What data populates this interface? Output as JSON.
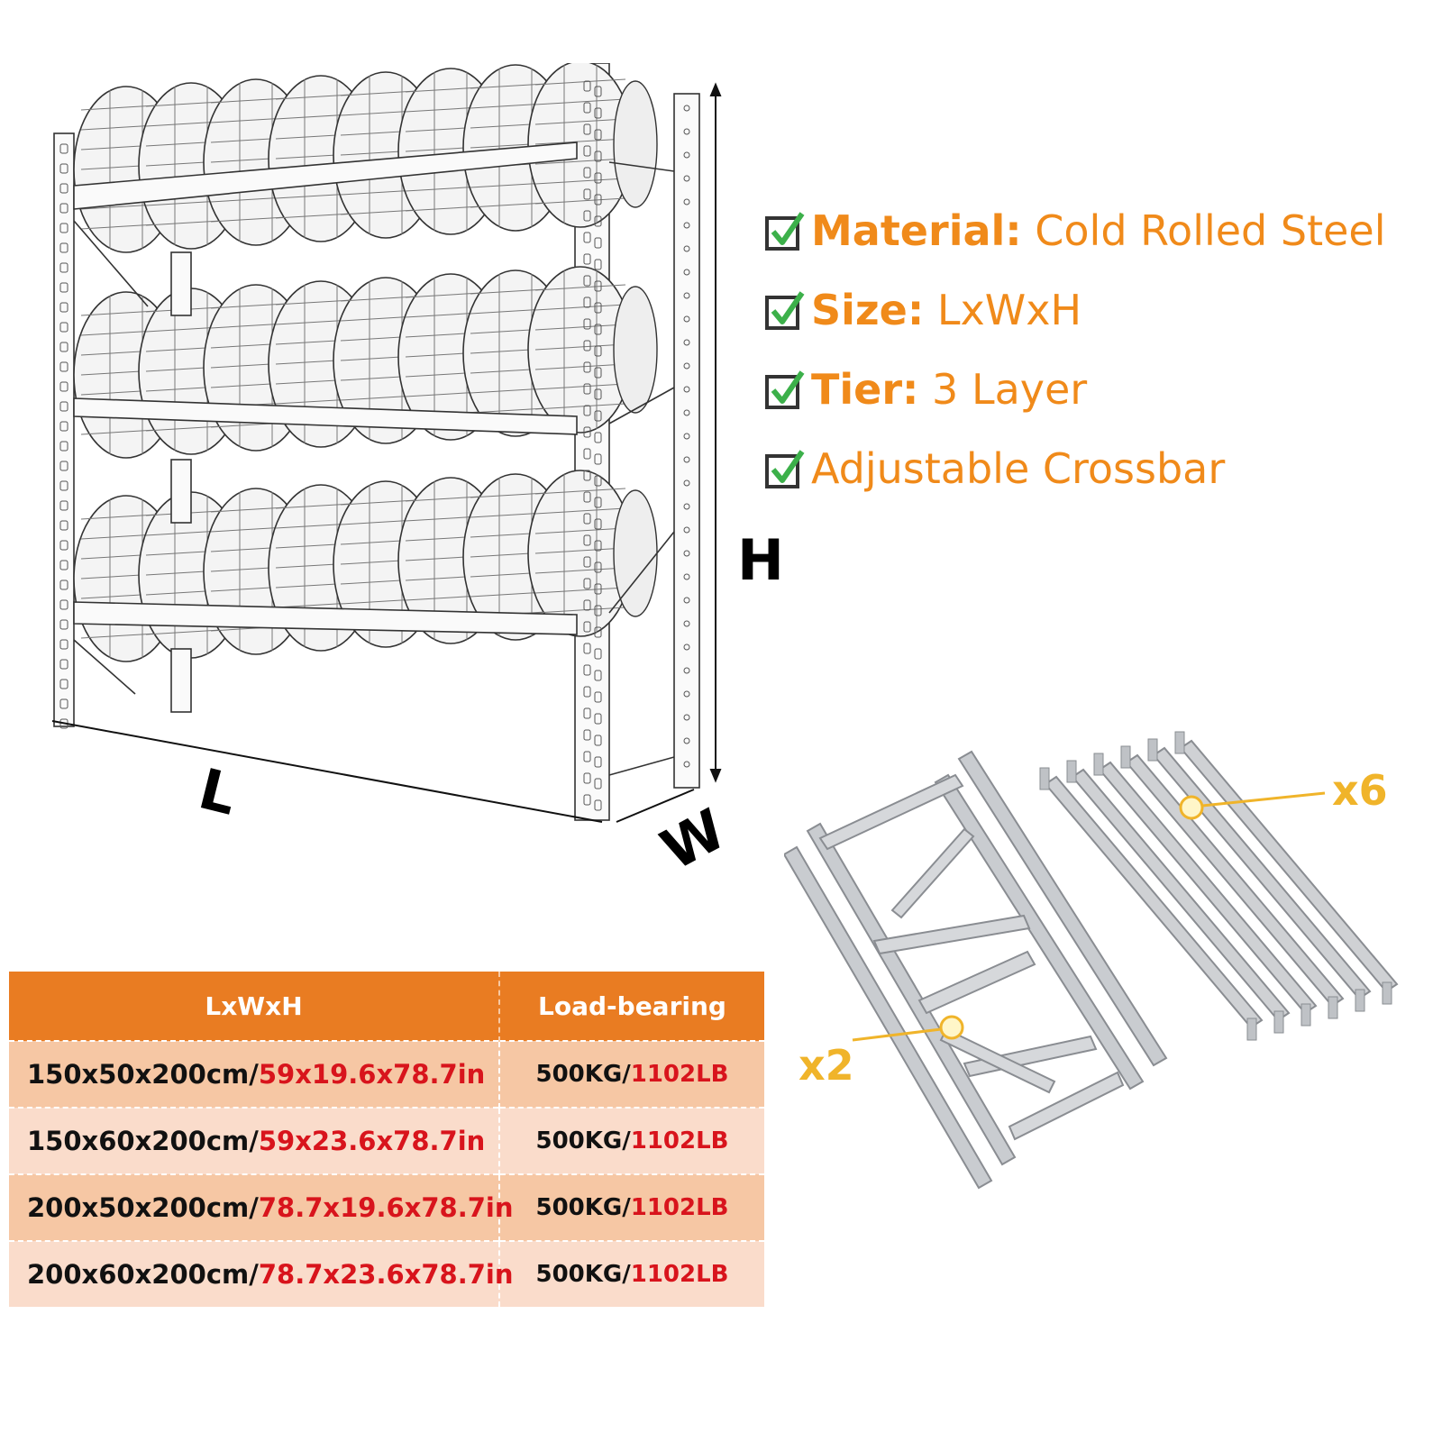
{
  "dimension_labels": {
    "height": "H",
    "length": "L",
    "width": "W"
  },
  "features": [
    {
      "icon": "checkbox-check-icon",
      "key": "Material:",
      "value": " Cold Rolled Steel"
    },
    {
      "icon": "checkbox-check-icon",
      "key": "Size:",
      "value": " LxWxH"
    },
    {
      "icon": "checkbox-check-icon",
      "key": "Tier:",
      "value": " 3 Layer"
    },
    {
      "icon": "checkbox-check-icon",
      "key": "",
      "value": "Adjustable Crossbar"
    }
  ],
  "parts": {
    "crossbar_qty": "x6",
    "frame_qty": "x2"
  },
  "spec_table": {
    "headers": [
      "LxWxH",
      "Load-bearing"
    ],
    "rows": [
      {
        "size_cm": "150x50x200cm/",
        "size_in": "59x19.6x78.7in",
        "load_kg": "500KG/",
        "load_lb": "1102LB"
      },
      {
        "size_cm": "150x60x200cm/",
        "size_in": "59x23.6x78.7in",
        "load_kg": "500KG/",
        "load_lb": "1102LB"
      },
      {
        "size_cm": "200x50x200cm/",
        "size_in": "78.7x19.6x78.7in",
        "load_kg": "500KG/",
        "load_lb": "1102LB"
      },
      {
        "size_cm": "200x60x200cm/",
        "size_in": "78.7x23.6x78.7in",
        "load_kg": "500KG/",
        "load_lb": "1102LB"
      }
    ]
  },
  "colors": {
    "accent_orange": "#f08a1a",
    "table_header": "#e97c22",
    "row_dark": "#f6c7a4",
    "row_light": "#fadccb",
    "inch_red": "#d8141c",
    "qty_yellow": "#f0b42a",
    "check_green": "#3cb04a"
  }
}
